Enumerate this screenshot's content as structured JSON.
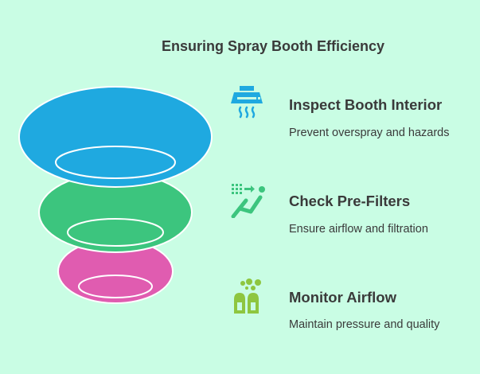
{
  "title": "Ensuring Spray Booth Efficiency",
  "colors": {
    "background": "#c9fde4",
    "stage1": "#1fa9e0",
    "stage2": "#3cc57e",
    "stage3": "#e05cb0",
    "icon_blue": "#1fa9e0",
    "icon_green": "#3cc57e",
    "icon_lime": "#8ec63f"
  },
  "steps": [
    {
      "title": "Inspect Booth Interior",
      "description": "Prevent overspray and hazards",
      "icon": "spray-hood-icon"
    },
    {
      "title": "Check Pre-Filters",
      "description": "Ensure airflow and filtration",
      "icon": "airflow-filter-icon"
    },
    {
      "title": "Monitor Airflow",
      "description": "Maintain pressure and quality",
      "icon": "air-sensor-icon"
    }
  ]
}
